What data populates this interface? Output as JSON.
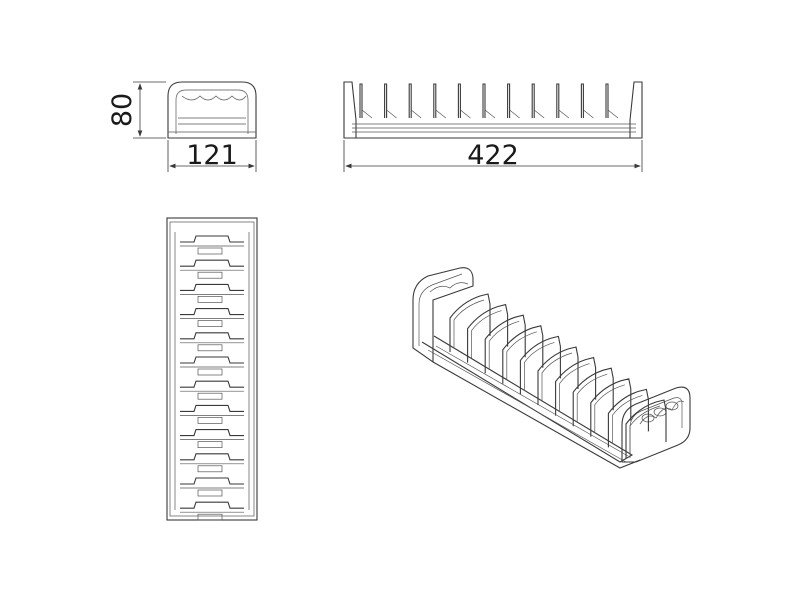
{
  "dimensions": {
    "height": "80",
    "depth": "121",
    "length": "422"
  },
  "colors": {
    "line": "#3a3a3a",
    "background": "#ffffff"
  }
}
